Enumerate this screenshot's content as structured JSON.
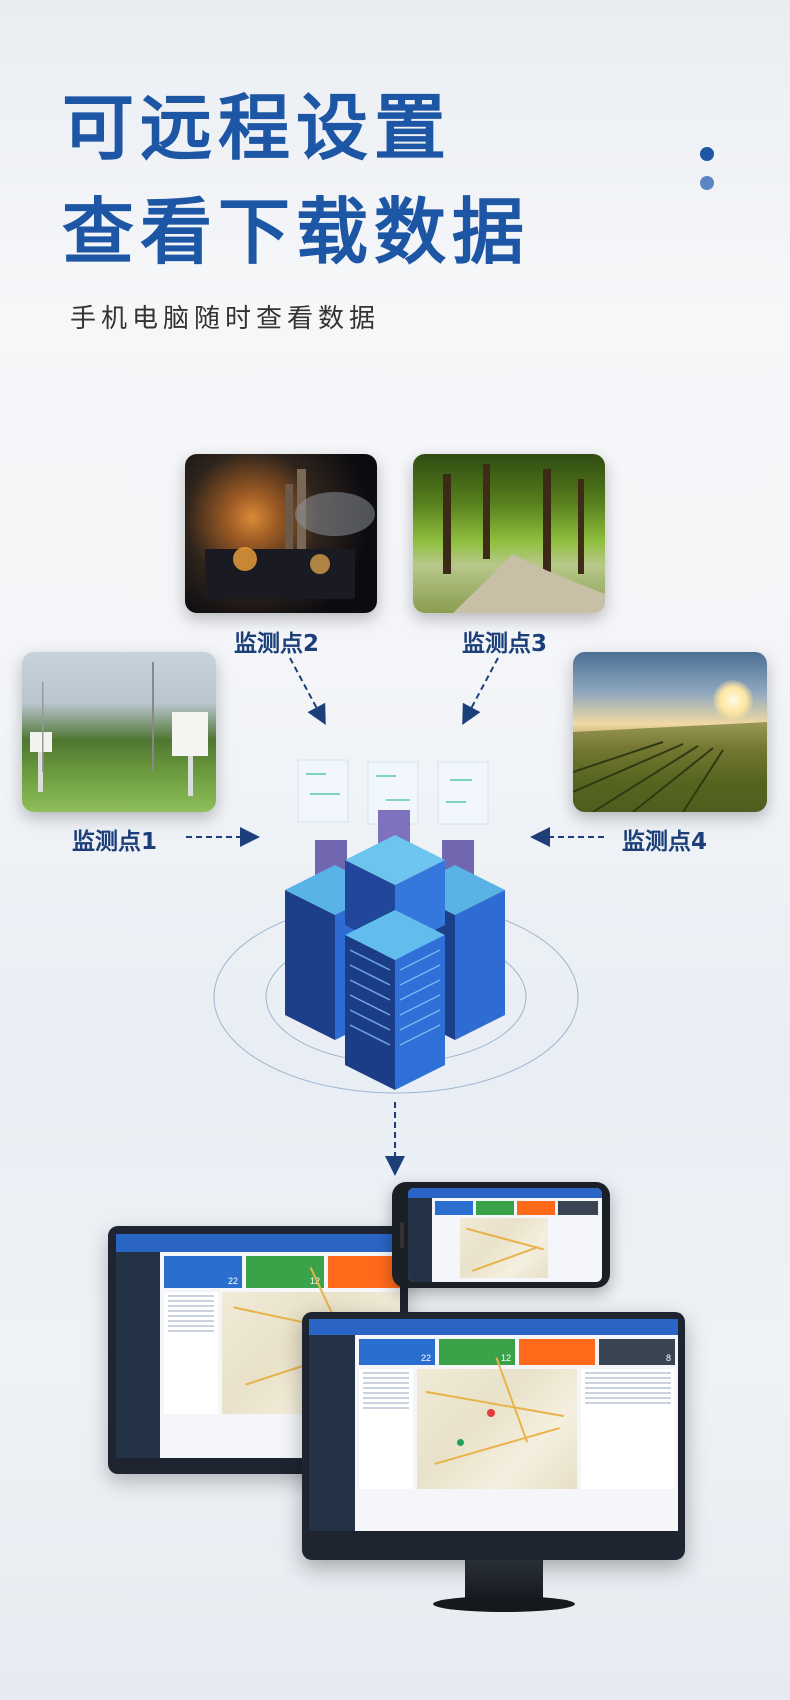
{
  "headline": {
    "line1": "可远程设置",
    "line2": "查看下载数据",
    "subtitle": "手机电脑随时查看数据"
  },
  "points": {
    "p1": "监测点1",
    "p2": "监测点2",
    "p3": "监测点3",
    "p4": "监测点4"
  },
  "dashboard": {
    "stat1": "22",
    "stat2": "12",
    "stat3": "8"
  },
  "colors": {
    "title_blue": "#1c56a4",
    "label_blue": "#1c3f7a",
    "server_blue": "#2f6fd6",
    "arrow_navy": "#1c3f7a"
  },
  "icons": [
    "server-cluster-icon",
    "dashed-arrow-icon",
    "monitor-icon",
    "phone-icon",
    "dots-decoration"
  ]
}
